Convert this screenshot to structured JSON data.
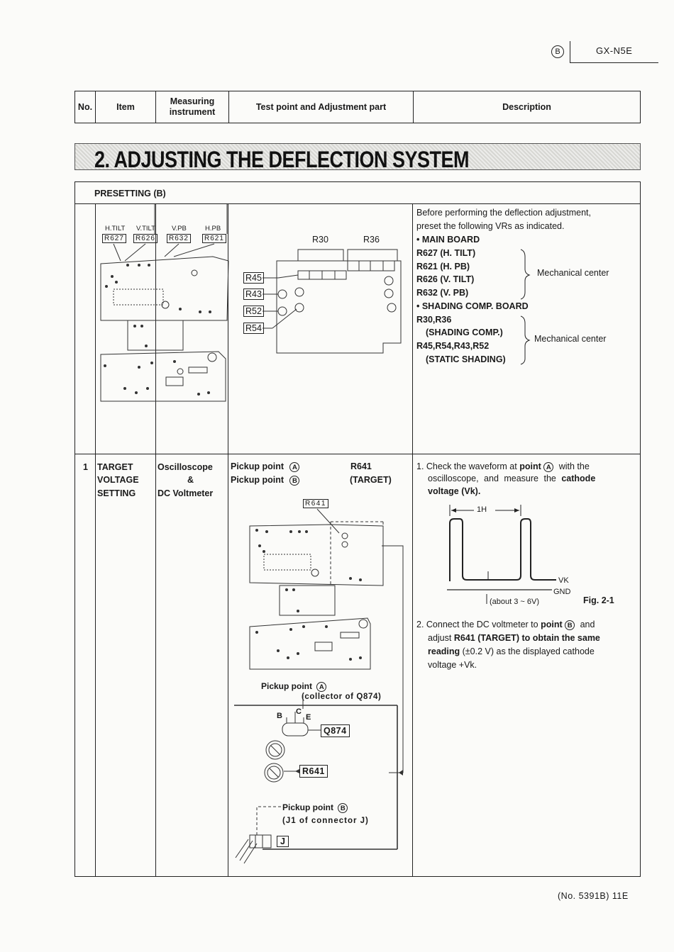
{
  "header": {
    "page_badge": "B",
    "model": "GX-N5E"
  },
  "table_header": {
    "no": "No.",
    "item": "Item",
    "measuring_instrument": "Measuring instrument",
    "test_point": "Test point and Adjustment part",
    "description": "Description"
  },
  "section_title": "2. ADJUSTING THE DEFLECTION SYSTEM",
  "presetting": {
    "label": "PRESETTING (B)",
    "board_labels": [
      "H.TILT",
      "V.TILT",
      "V.PB",
      "H.PB"
    ],
    "board_boxes": [
      "R627",
      "R626",
      "R632",
      "R621"
    ],
    "shading_top": [
      "R30",
      "R36"
    ],
    "shading_side": [
      "R45",
      "R43",
      "R52",
      "R54"
    ],
    "desc_intro_1": "Before performing the deflection adjustment,",
    "desc_intro_2": "preset the following VRs as indicated.",
    "main_board": "• MAIN BOARD",
    "main_items": [
      "R627 (H. TILT)",
      "R621 (H. PB)",
      "R626 (V. TILT)",
      "R632 (V. PB)"
    ],
    "main_note": "Mechanical center",
    "shading_board": "• SHADING COMP. BOARD",
    "shading_items": [
      "R30,R36",
      "(SHADING COMP.)",
      "R45,R54,R43,R52",
      "(STATIC SHADING)"
    ],
    "shading_note": "Mechanical center"
  },
  "step1": {
    "no": "1",
    "item": [
      "TARGET",
      "VOLTAGE",
      "SETTING"
    ],
    "instrument": [
      "Oscilloscope",
      "&",
      "DC Voltmeter"
    ],
    "pickup_a": "Pickup point",
    "pickup_b": "Pickup point",
    "circle_a": "A",
    "circle_b": "B",
    "part": "R641",
    "part_sub": "(TARGET)",
    "diagram_r641": "R641",
    "pickup_a_label": "Pickup point",
    "pickup_a_sub": "(collector of Q874)",
    "transistor_pins": [
      "B",
      "C",
      "E"
    ],
    "q874": "Q874",
    "r641_box": "R641",
    "pickup_b_label": "Pickup point",
    "pickup_b_sub": "(J1 of connector J)",
    "connector_j": "J",
    "desc1_line1": "1. Check the waveform at",
    "desc1_point": "point",
    "desc1_line1b": "with the",
    "desc1_line2": "oscilloscope, and measure the",
    "desc1_cathode": "cathode",
    "desc1_line3": "voltage (Vk).",
    "wave_1h": "1H",
    "wave_vk": "VK",
    "wave_gnd": "GND",
    "wave_about": "(about 3 ~ 6V)",
    "fig": "Fig. 2-1",
    "desc2_line1": "2. Connect the DC voltmeter to",
    "desc2_point": "point",
    "desc2_and": "and",
    "desc2_line2a": "adjust",
    "desc2_line2b": "R641 (TARGET) to obtain the same",
    "desc2_line3a": "reading",
    "desc2_line3b": "(±0.2 V)",
    "desc2_line3c": "as the displayed cathode",
    "desc2_line4": "voltage +Vk."
  },
  "footer": "(No. 5391B) 11E"
}
